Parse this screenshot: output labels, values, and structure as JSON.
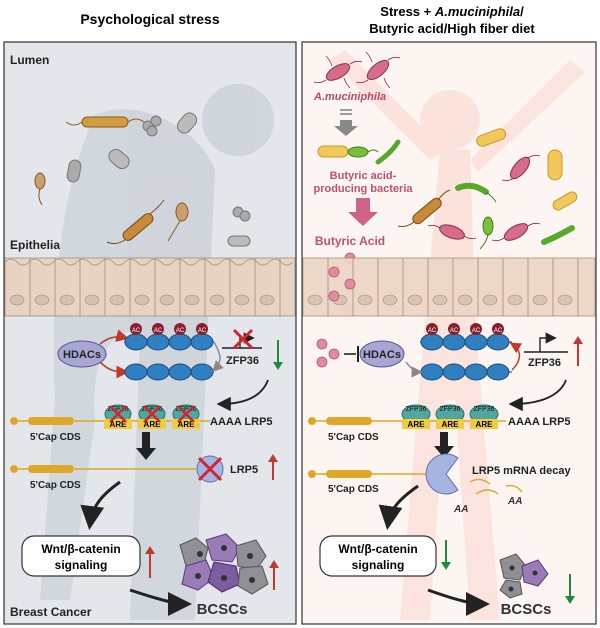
{
  "left": {
    "title": "Psychological stress",
    "lumen": "Lumen",
    "epithelia": "Epithelia",
    "hdacs": "HDACs",
    "ac": "AC",
    "zfp36": "ZFP36",
    "are": "ARE",
    "aaaa_lrp5": "AAAA LRP5",
    "cap_cds": "5'Cap CDS",
    "lrp5": "LRP5",
    "wnt_line1": "Wnt/β-catenin",
    "wnt_line2": "signaling",
    "bcscs": "BCSCs",
    "breast_cancer": "Breast Cancer"
  },
  "right": {
    "title_line1_prefix": "Stress + ",
    "title_line1_italic": "A.muciniphila",
    "title_line1_suffix": "/",
    "title_line2": "Butyric acid/High fiber diet",
    "amuc": "A.muciniphila",
    "butyrate_bact_line1": "Butyric acid-",
    "butyrate_bact_line2": "producing bacteria",
    "butyric_acid": "Butyric Acid",
    "hdacs": "HDACs",
    "ac": "AC",
    "zfp36": "ZFP36",
    "are": "ARE",
    "aaaa_lrp5": "AAAA LRP5",
    "cap_cds": "5'Cap CDS",
    "decay": "LRP5 mRNA decay",
    "aa": "AA",
    "wnt_line1": "Wnt/β-catenin",
    "wnt_line2": "signaling",
    "bcscs": "BCSCs"
  },
  "colors": {
    "panel_bg_left": "#e3e6ea",
    "panel_bg_right": "#fdf5f2",
    "up_arrow": "#c0392b",
    "down_arrow": "#1e8a3a",
    "amuc_text": "#b8476a",
    "butyric_text": "#c0506e"
  }
}
